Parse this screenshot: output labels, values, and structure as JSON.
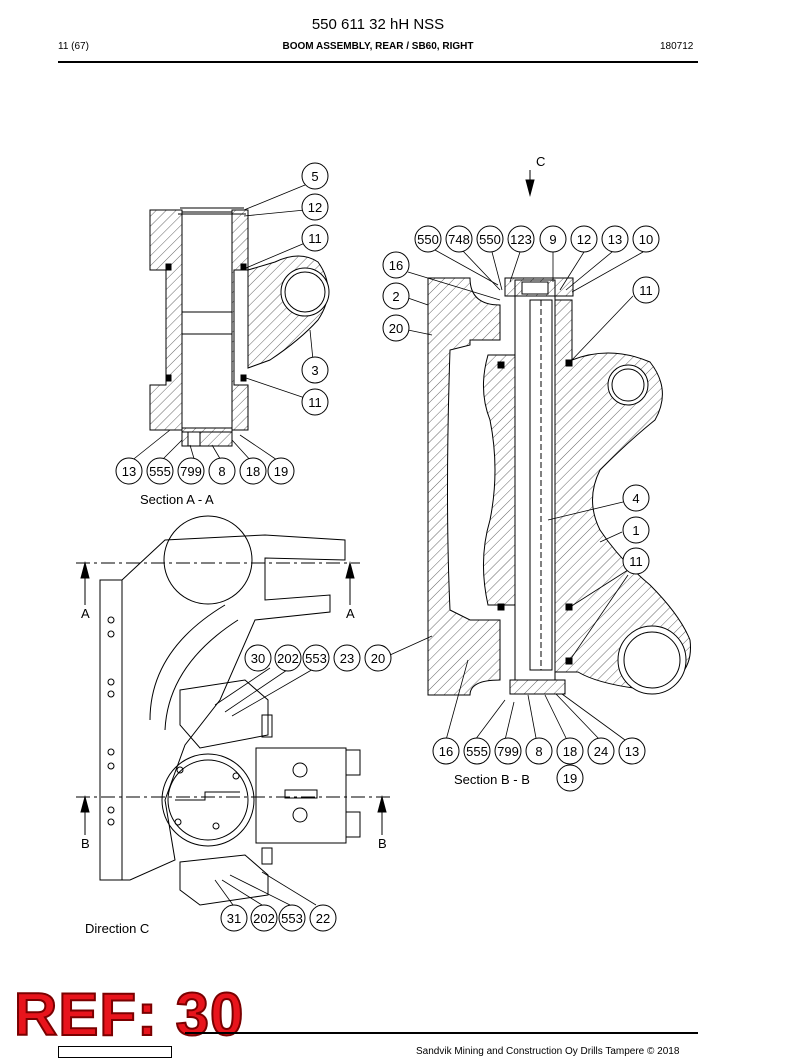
{
  "header": {
    "doc_number": "550 611 32 hH NSS",
    "page": "11 (67)",
    "title": "BOOM ASSEMBLY, REAR / SB60, RIGHT",
    "date": "180712"
  },
  "views": {
    "section_a": "Section A - A",
    "section_b": "Section B - B",
    "direction_c": "Direction C",
    "arrow_c": "C",
    "arrow_a": "A",
    "arrow_b": "B"
  },
  "balloons_section_a": [
    "5",
    "12",
    "11",
    "3",
    "11",
    "13",
    "555",
    "799",
    "8",
    "18",
    "19"
  ],
  "balloons_section_b": [
    "550",
    "748",
    "550",
    "123",
    "9",
    "12",
    "13",
    "10",
    "16",
    "2",
    "20",
    "11",
    "4",
    "1",
    "11",
    "16",
    "555",
    "799",
    "8",
    "18",
    "24",
    "13",
    "19"
  ],
  "balloons_direction_c": [
    "30",
    "202",
    "553",
    "23",
    "20",
    "31",
    "202",
    "553",
    "22"
  ],
  "stamp": "REF: 30",
  "footer": {
    "copyright": "Sandvik Mining and Construction Oy Drills Tampere © 2018"
  }
}
